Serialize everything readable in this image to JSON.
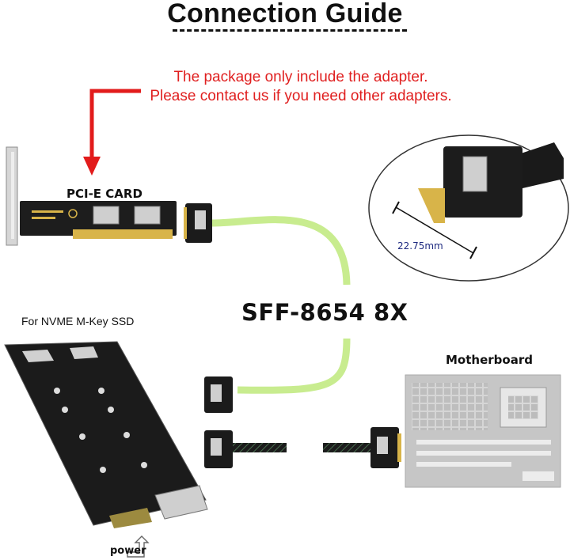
{
  "title": "Connection Guide",
  "note": {
    "line1": "The package only include the adapter.",
    "line2": "Please contact us if you need other adapters."
  },
  "labels": {
    "pcie_card": "PCI-E CARD",
    "nvme": "For NVME M-Key SSD",
    "cable": "SFF-8654 8X",
    "motherboard": "Motherboard",
    "power": "power",
    "connector_width": "22.75mm"
  },
  "colors": {
    "note_red": "#e02020",
    "arrow_red": "#e21b1b",
    "green_cable": "#c8ec8f",
    "dimension_blue": "#1e2a80",
    "pcb_black": "#1b1b1b",
    "gold_contacts": "#d8b449"
  }
}
